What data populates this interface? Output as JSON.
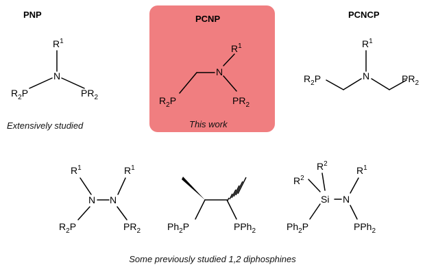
{
  "pnp": {
    "title": "PNP",
    "caption": "Extensively studied",
    "atoms": {
      "r": "R",
      "r_sup": "1",
      "n": "N",
      "left_r": "R",
      "left_r_sub": "2",
      "left_p": "P",
      "right_p": "P",
      "right_r": "R",
      "right_r_sub": "2"
    }
  },
  "pcnp": {
    "title": "PCNP",
    "caption": "This work",
    "highlight_color": "#f07e80",
    "atoms": {
      "r": "R",
      "r_sup": "1",
      "n": "N",
      "left_r": "R",
      "left_r_sub": "2",
      "left_p": "P",
      "right_p": "P",
      "right_r": "R",
      "right_r_sub": "2"
    }
  },
  "pcncp": {
    "title": "PCNCP",
    "atoms": {
      "r": "R",
      "r_sup": "1",
      "n": "N",
      "left_r": "R",
      "left_r_sub": "2",
      "left_p": "P",
      "right_p": "P",
      "right_r": "R",
      "right_r_sub": "2"
    }
  },
  "hydrazine": {
    "atoms": {
      "r_left": "R",
      "r_left_sup": "1",
      "r_right": "R",
      "r_right_sup": "1",
      "n_left": "N",
      "n_right": "N",
      "p_left": "P",
      "p_left_r": "R",
      "p_left_sub": "2",
      "p_right": "P",
      "p_right_r": "R",
      "p_right_sub": "2"
    }
  },
  "ethane": {
    "atoms": {
      "ph_left": "Ph",
      "ph_left_sub": "2",
      "p_left": "P",
      "p_right": "P",
      "ph_right": "Ph",
      "ph_right_sub": "2"
    }
  },
  "silyl": {
    "atoms": {
      "r2_top": "R",
      "r2_top_sup": "2",
      "r2_left": "R",
      "r2_left_sup": "2",
      "si": "Si",
      "n": "N",
      "r1": "R",
      "r1_sup": "1",
      "ph_left": "Ph",
      "ph_left_sub": "2",
      "p_left": "P",
      "p_right": "P",
      "ph_right": "Ph",
      "ph_right_sub": "2"
    }
  },
  "bottom_caption": "Some previously studied 1,2 diphosphines"
}
